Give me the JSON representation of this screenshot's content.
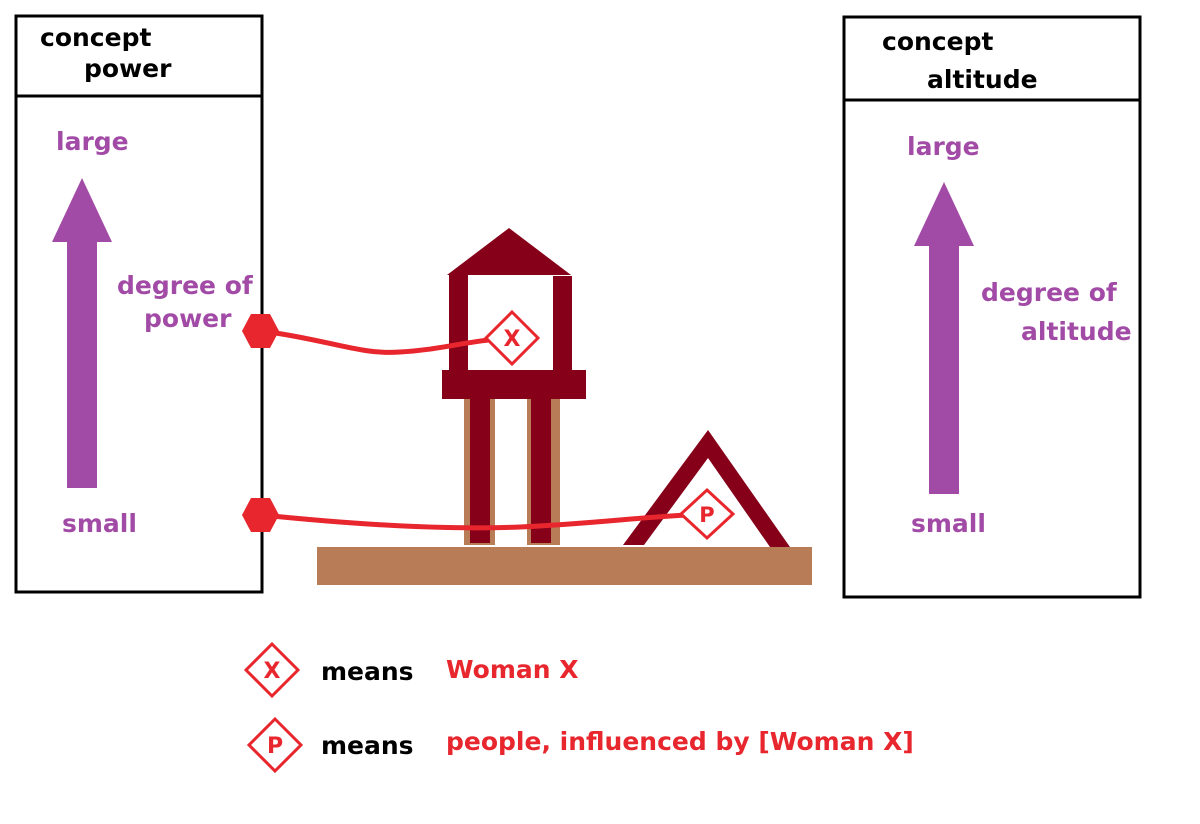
{
  "colors": {
    "ink": "#000000",
    "purple": "#a24ba6",
    "tower": "#860019",
    "ground": "#b87c57",
    "red": "#e8262d"
  },
  "left_panel": {
    "title_line1": "concept",
    "title_line2": "power",
    "top_label": "large",
    "bottom_label": "small",
    "axis_label_line1": "degree of",
    "axis_label_line2": "power"
  },
  "right_panel": {
    "title_line1": "concept",
    "title_line2": "altitude",
    "top_label": "large",
    "bottom_label": "small",
    "axis_label_line1": "degree of",
    "axis_label_line2": "altitude"
  },
  "markers": {
    "x_symbol": "X",
    "p_symbol": "P"
  },
  "legend": [
    {
      "symbol": "X",
      "means": "means",
      "description": "Woman X"
    },
    {
      "symbol": "P",
      "means": "means",
      "description": "people, influenced by [Woman X]"
    }
  ]
}
